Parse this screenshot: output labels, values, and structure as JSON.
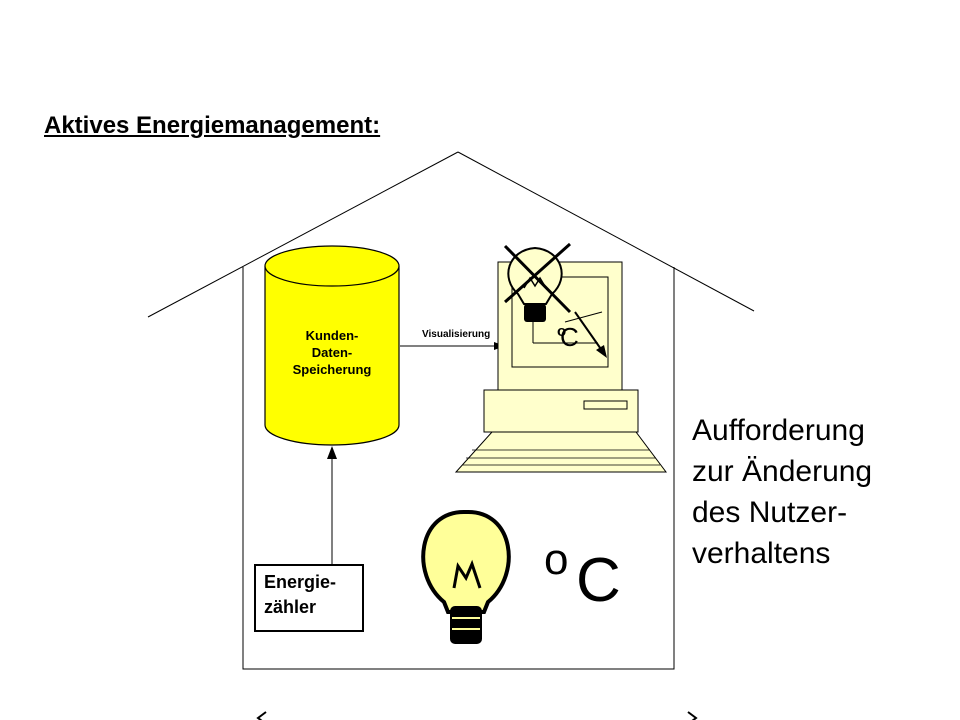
{
  "title": "Aktives Energiemanagement:",
  "database": {
    "label_lines": [
      "Kunden-",
      "Daten-",
      "Speicherung"
    ],
    "fill_color": "#ffff00"
  },
  "arrow_label": "Visualisierung",
  "meter": {
    "label_lines": [
      "Energie-",
      "zähler"
    ]
  },
  "monitor": {
    "degree_symbol": "o",
    "unit": "C",
    "crossed_bulb_icon": "crossed-lightbulb-icon"
  },
  "room": {
    "degree_symbol": "o",
    "unit": "C",
    "bulb_icon": "lightbulb-icon",
    "bulb_color": "#ffff99"
  },
  "callout": {
    "lines": [
      "Aufforderung",
      "zur Änderung",
      "des Nutzer-",
      "verhaltens"
    ]
  }
}
